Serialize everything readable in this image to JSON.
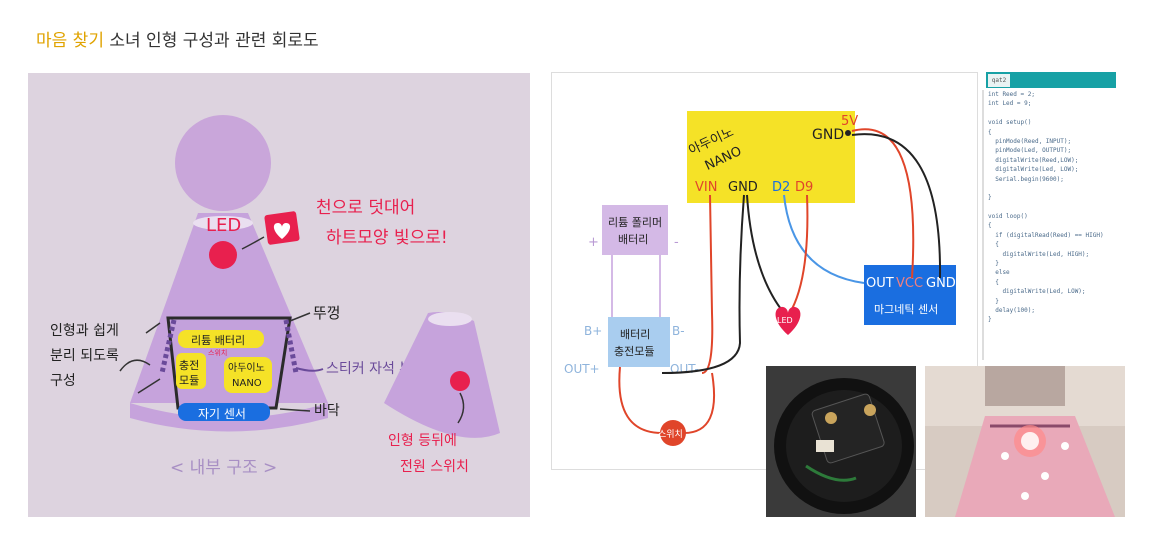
{
  "heading": {
    "accent": "마음 찾기",
    "rest": " 소녀 인형 구성과 관련 회로도"
  },
  "left_diagram": {
    "led_label": "LED",
    "cover_note_line1": "천으로 덧대어",
    "cover_note_line2": "하트모양 빛으로!",
    "lid_label": "뚜껑",
    "separate_note_line1": "인형과 쉽게",
    "separate_note_line2": "분리 되도록",
    "separate_note_line3": "구성",
    "battery_label": "리튬 배터리",
    "charge_label_line1": "충전",
    "charge_label_line2": "모듈",
    "switch_small": "스위치",
    "arduino_label_line1": "아두이노",
    "arduino_label_line2": "NANO",
    "magnet_note": "스티커 자석 부착",
    "floor_label": "바닥",
    "sensor_label": "자기 센서",
    "caption": "< 내부 구조 >",
    "switch_note_line1": "인형 등뒤에",
    "switch_note_line2": "전원 스위치"
  },
  "circuit": {
    "arduino_line1": "아두이노",
    "arduino_line2": "NANO",
    "gnd_top": "GND",
    "pin_5v": "5V",
    "pin_vin": "VIN",
    "pin_gnd": "GND",
    "pin_d2": "D2",
    "pin_d9": "D9",
    "battery_line1": "리튬 폴리머",
    "battery_line2": "배터리",
    "plus": "+",
    "minus": "-",
    "charge_line1": "배터리",
    "charge_line2": "충전모듈",
    "b_plus": "B+",
    "b_minus": "B-",
    "out_plus": "OUT+",
    "out_minus": "OUT-",
    "led": "LED",
    "switch": "스위치",
    "sensor_out": "OUT",
    "sensor_vcc": "VCC",
    "sensor_gnd": "GND",
    "sensor_name": "마그네틱 센서"
  },
  "code": {
    "tab": "qat2",
    "lines": [
      "int Reed = 2;",
      "int Led = 9;",
      "",
      "void setup()",
      "{",
      "  pinMode(Reed, INPUT);",
      "  pinMode(Led, OUTPUT);",
      "  digitalWrite(Reed,LOW);",
      "  digitalWrite(Led, LOW);",
      "  Serial.begin(9600);",
      "",
      "}",
      "",
      "void loop()",
      "{",
      "  if (digitalRead(Reed) == HIGH)",
      "  {",
      "    digitalWrite(Led, HIGH);",
      "  }",
      "  else",
      "  {",
      "    digitalWrite(Led, LOW);",
      "  }",
      "  delay(100);",
      "}"
    ]
  },
  "colors": {
    "accent": "#e0a300",
    "purple": "#b99ad4",
    "red": "#e8204e",
    "yellow": "#f5e227",
    "blue_module": "#a9cdef",
    "sensor_blue": "#1a6ee0",
    "code_teal": "#17a1a5"
  }
}
